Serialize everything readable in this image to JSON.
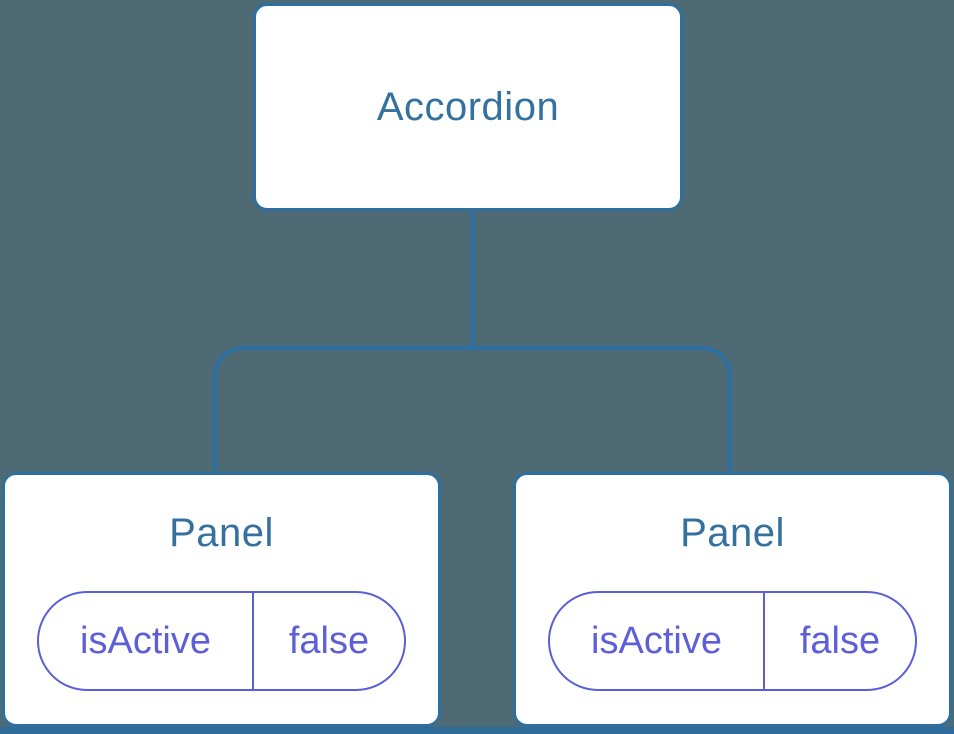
{
  "diagram": {
    "type": "component-tree",
    "root": {
      "label": "Accordion"
    },
    "children": [
      {
        "label": "Panel",
        "state": {
          "key": "isActive",
          "value": "false"
        }
      },
      {
        "label": "Panel",
        "state": {
          "key": "isActive",
          "value": "false"
        }
      }
    ]
  },
  "colors": {
    "background": "#4D6A75",
    "node_background": "#FFFFFF",
    "node_border": "#2F6F9F",
    "connector_line": "#2F6F9F",
    "title_text": "#35719E",
    "pill_border": "#5A5FD6",
    "pill_text": "#5C5FD8",
    "bottom_bar": "#2E6B99"
  }
}
